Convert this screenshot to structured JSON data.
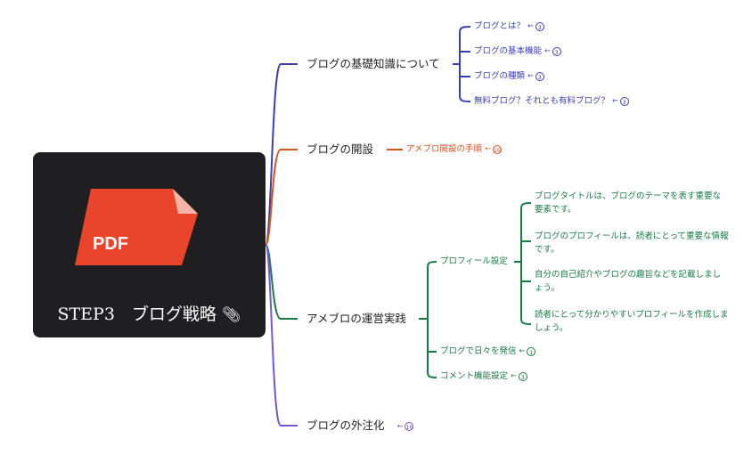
{
  "root": {
    "title": "STEP3　ブログ戦略",
    "icon_label": "PDF",
    "attachment_icon": "paperclip-icon"
  },
  "colors": {
    "blue": "#3a3fb3",
    "orange": "#d2541f",
    "green": "#1a7a46",
    "purple": "#7a55d0",
    "root_bg": "#1f1f22",
    "pdf": "#e8452a"
  },
  "branches": [
    {
      "label": "ブログの基礎知識について",
      "children": [
        {
          "label": "ブログとは？",
          "count": "3"
        },
        {
          "label": "ブログの基本機能",
          "count": "3"
        },
        {
          "label": "ブログの種類",
          "count": "3"
        },
        {
          "label": "無料ブログ？それとも有料ブログ？",
          "count": "3"
        }
      ]
    },
    {
      "label": "ブログの開設",
      "children": [
        {
          "label": "アメブロ開設の手順",
          "count": "16"
        }
      ]
    },
    {
      "label": "アメブロの運営実践",
      "children": [
        {
          "label": "プロフィール設定",
          "notes": [
            "ブログタイトルは、ブログのテーマを表す重要な要素です。",
            "ブログのプロフィールは、読者にとって重要な情報です。",
            "自分の自己紹介やブログの趣旨などを記載しましょう。",
            "読者にとって分かりやすいプロフィールを作成しましょう。"
          ]
        },
        {
          "label": "ブログで日々を発信",
          "count": "1"
        },
        {
          "label": "コメント機能設定",
          "count": "3"
        }
      ]
    },
    {
      "label": "ブログの外注化",
      "count": "16"
    }
  ]
}
